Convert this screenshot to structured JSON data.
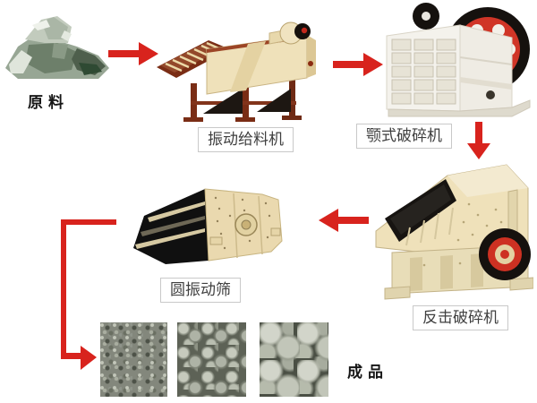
{
  "diagram": {
    "type": "process-flow",
    "nodes": {
      "raw_material": {
        "label": "原料"
      },
      "feeder": {
        "label": "振动给料机"
      },
      "jaw_crusher": {
        "label": "颚式破碎机"
      },
      "impact_crusher": {
        "label": "反击破碎机"
      },
      "vibrating_screen": {
        "label": "圆振动筛"
      },
      "product": {
        "label": "成品"
      }
    },
    "edges": [
      {
        "from": "raw_material",
        "to": "feeder",
        "direction": "right"
      },
      {
        "from": "feeder",
        "to": "jaw_crusher",
        "direction": "right"
      },
      {
        "from": "jaw_crusher",
        "to": "impact_crusher",
        "direction": "down"
      },
      {
        "from": "impact_crusher",
        "to": "vibrating_screen",
        "direction": "left"
      },
      {
        "from": "vibrating_screen",
        "to": "product",
        "direction": "down-then-right"
      }
    ]
  },
  "colors": {
    "arrow": "#d8231d",
    "label_border": "#c9c9c9",
    "label_text": "#3f3f3f",
    "strong_text": "#161616",
    "machine_cream": "#efe1ba",
    "machine_white": "#f4f2ec",
    "machine_dark_red": "#7a2d15",
    "accent_red": "#d03527",
    "dark": "#15110e"
  }
}
